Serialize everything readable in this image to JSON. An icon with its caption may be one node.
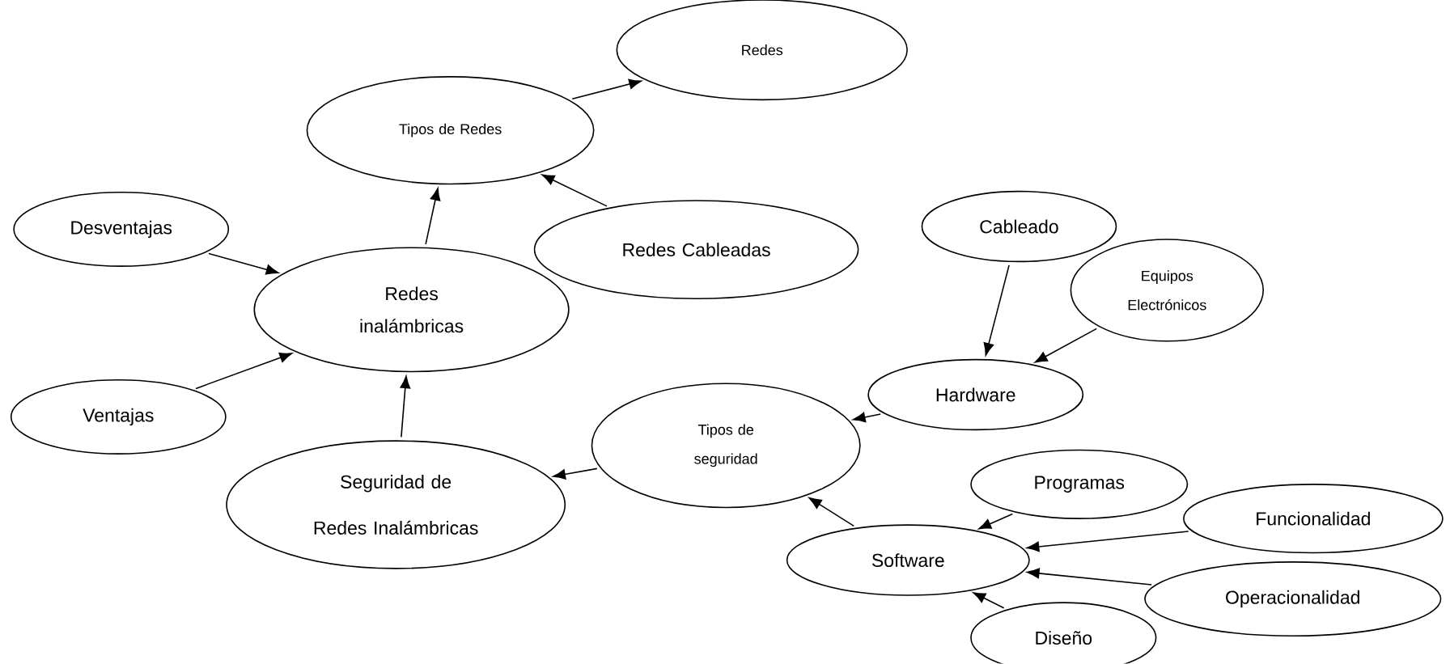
{
  "diagram": {
    "nodes": [
      {
        "text": [
          "Redes"
        ]
      },
      {
        "text": [
          "Tipos de Redes"
        ]
      },
      {
        "text": [
          "Desventajas"
        ]
      },
      {
        "text": [
          "Redes Cableadas"
        ]
      },
      {
        "text": [
          "Redes inalámbricas"
        ]
      },
      {
        "text": [
          "Cableado"
        ]
      },
      {
        "text": [
          "Equipos Electrónicos"
        ]
      },
      {
        "text": [
          "Ventajas"
        ]
      },
      {
        "text": [
          "Hardware"
        ]
      },
      {
        "text": [
          "Tipos de seguridad"
        ]
      },
      {
        "text": [
          "Seguridad de Redes Inalámbricas"
        ]
      },
      {
        "text": [
          "Programas"
        ]
      },
      {
        "text": [
          "Funcionalidad"
        ]
      },
      {
        "text": [
          "Software"
        ]
      },
      {
        "text": [
          "Operacionalidad"
        ]
      },
      {
        "text": [
          "Diseño"
        ]
      }
    ],
    "edges": [
      {
        "from": 1,
        "to": 0,
        "arrow": "to"
      },
      {
        "from": 4,
        "to": 1,
        "arrow": "to"
      },
      {
        "from": 3,
        "to": 1,
        "arrow": "to"
      },
      {
        "from": 2,
        "to": 4,
        "arrow": "to"
      },
      {
        "from": 7,
        "to": 4,
        "arrow": "to"
      },
      {
        "from": 10,
        "to": 4,
        "arrow": "to"
      },
      {
        "from": 9,
        "to": 10,
        "arrow": "to"
      },
      {
        "from": 8,
        "to": 9,
        "arrow": "to"
      },
      {
        "from": 5,
        "to": 8,
        "arrow": "to"
      },
      {
        "from": 6,
        "to": 8,
        "arrow": "to"
      },
      {
        "from": 13,
        "to": 9,
        "arrow": "to"
      },
      {
        "from": 11,
        "to": 13,
        "arrow": "to"
      },
      {
        "from": 12,
        "to": 13,
        "arrow": "to"
      },
      {
        "from": 14,
        "to": 13,
        "arrow": "to"
      },
      {
        "from": 15,
        "to": 13,
        "arrow": "to"
      }
    ]
  }
}
